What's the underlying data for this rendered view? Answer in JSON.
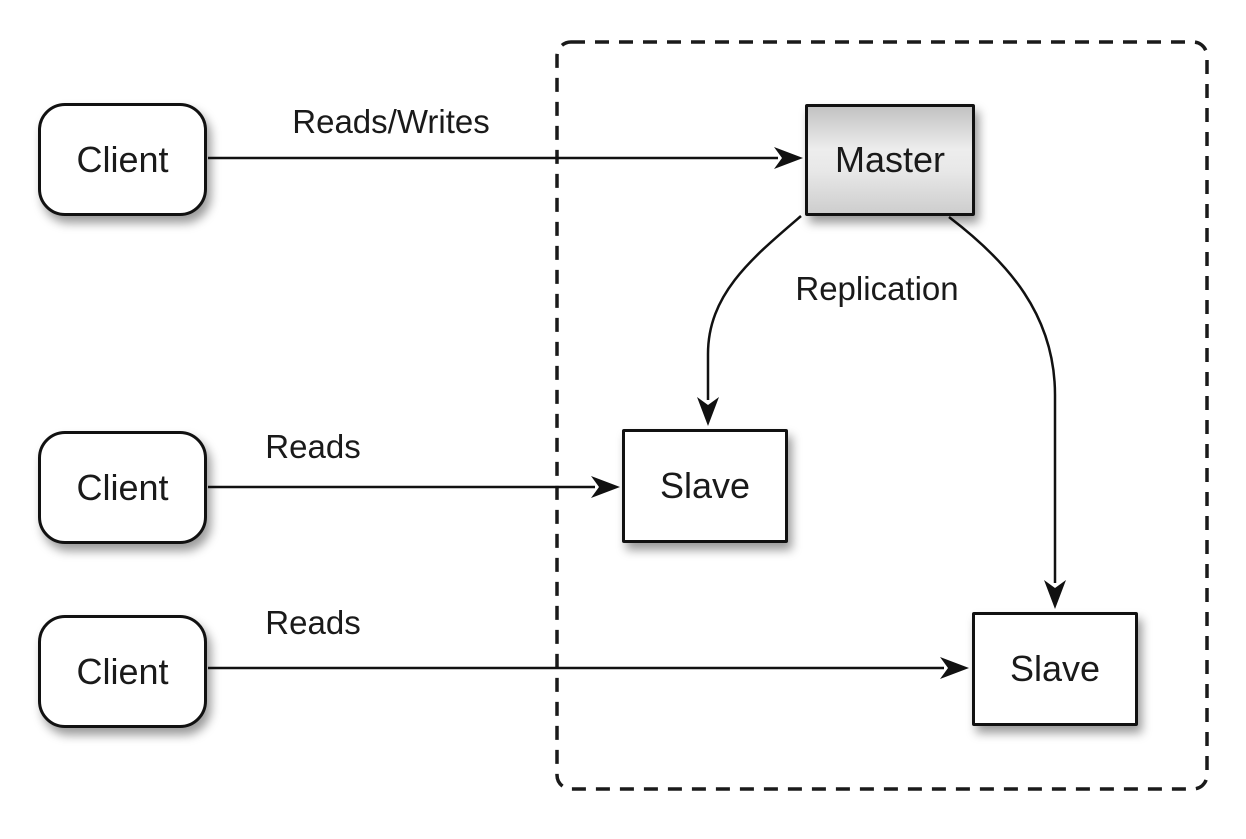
{
  "diagram": {
    "type": "master-slave-replication",
    "nodes": {
      "client1": {
        "label": "Client"
      },
      "client2": {
        "label": "Client"
      },
      "client3": {
        "label": "Client"
      },
      "master": {
        "label": "Master"
      },
      "slave1": {
        "label": "Slave"
      },
      "slave2": {
        "label": "Slave"
      }
    },
    "edges": {
      "client1_to_master": {
        "label": "Reads/Writes"
      },
      "client2_to_slave1": {
        "label": "Reads"
      },
      "client3_to_slave2": {
        "label": "Reads"
      },
      "master_to_slaves": {
        "label": "Replication"
      }
    },
    "colors": {
      "background": "#ffffff",
      "line": "#111111",
      "text": "#1a1a1a",
      "box_fill": "#ffffff",
      "master_fill_top": "#c2c2c2",
      "master_fill_mid": "#ededed",
      "master_fill_bottom": "#cecece",
      "dashed_border": "#1a1a1a"
    }
  }
}
